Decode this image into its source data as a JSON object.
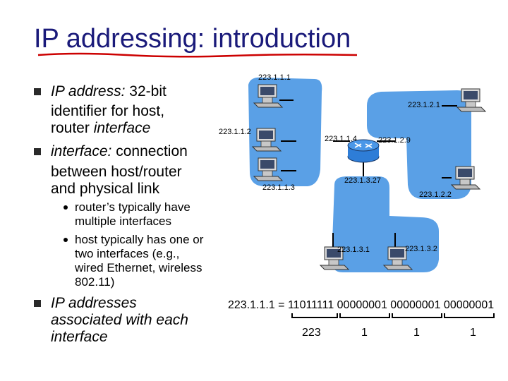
{
  "slide": {
    "title": "IP addressing: introduction",
    "bullets": {
      "b1_term": "IP address:",
      "b1_rest": "32-bit",
      "b1_line2": "identifier for host,",
      "b1_line3_a": "router",
      "b1_line3_b": "interface",
      "b2_term": "interface:",
      "b2_rest": "connection",
      "b2_line2": "between host/router",
      "b2_line3": "and physical link",
      "sub1_l1": "router’s typically have",
      "sub1_l2": "multiple interfaces",
      "sub2_l1": "host typically has one or",
      "sub2_l2": "two interfaces (e.g.,",
      "sub2_l3": "wired Ethernet, wireless",
      "sub2_l4": "802.11)",
      "b3_l1": "IP addresses",
      "b3_l2": "associated with each",
      "b3_l3": "interface"
    }
  },
  "diagram": {
    "colors": {
      "network": "#5aa0e6",
      "router": "#2e7dd7",
      "title": "#1a1a7a",
      "underline": "#cc0000"
    },
    "labels": {
      "h1": "223.1.1.1",
      "h2": "223.1.1.2",
      "h3": "223.1.1.3",
      "r1": "223.1.1.4",
      "r2": "223.1.2.9",
      "r3": "223.1.3.27",
      "h4": "223.1.2.1",
      "h5": "223.1.2.2",
      "h6": "223.1.3.1",
      "h7": "223.1.3.2"
    },
    "binary_line": "223.1.1.1 = 11011111 00000001 00000001 00000001",
    "octets": [
      "223",
      "1",
      "1",
      "1"
    ]
  }
}
